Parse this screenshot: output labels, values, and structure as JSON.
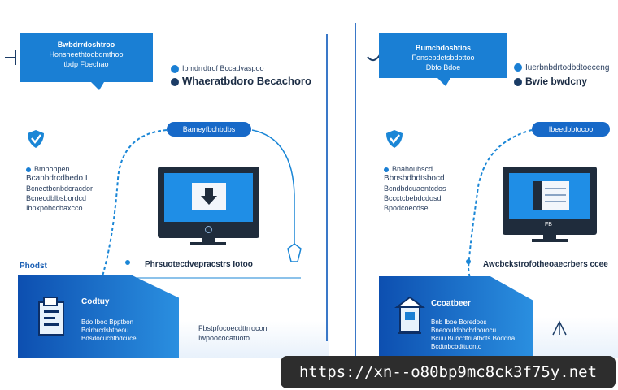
{
  "left": {
    "callout": [
      "Bwbdrrdoshtroo",
      "Honsheethtoobdmthoo",
      "tbdp Fbechao"
    ],
    "legend": [
      {
        "text": "Ibmdrrdtrof Bccadvaspoo"
      },
      {
        "text": "Whaeratbdoro Becachoro"
      }
    ],
    "pill": "Bameyfbchbdbs",
    "desc": [
      "Bmhohpen",
      "Bcanbdrcdbedo I",
      "Bcnectbcnbdcracdor",
      "Bcnecdblbsbordcd",
      "Ibpxpobccbaxcco"
    ],
    "caption": "Phrsuotecdvepracstrs Iotoo",
    "side_label": "Phodst",
    "promo_title": "Codtuy",
    "promo_lines": [
      "Bdo Iboo Bpptbon",
      "Boirbrcdsbtbeou",
      "Bdsdocucbtbdcuce"
    ],
    "promo_side": [
      "Fbstpfocoecdttrrocon",
      "Iwpoococatuoto"
    ]
  },
  "right": {
    "callout": [
      "Bumcbdoshtios",
      "Fonsebdetsbdottoo",
      "Dbfo Bdoe"
    ],
    "legend": [
      {
        "text": "Iuerbnbdrtodbdtoeceng"
      },
      {
        "text": "Bwie bwdcny"
      }
    ],
    "pill": "Ibeedbbtocoo",
    "desc": [
      "Bnahoubscd",
      "Bbnsbdbdtsbocd",
      "Bcndbdcuaentcdos",
      "Bccctcbebdcdosd",
      "Bpodcoecdse"
    ],
    "caption": "Awcbckstrofotheoaecrbers ccee",
    "promo_title": "Ccoatbeer",
    "promo_lines": [
      "Bnb Iboe Boredoos",
      "Bneoouldbbcbdborocu",
      "Bcuu Buncdtri atbcts Boddna",
      "Bcdtnbcbdttudnto"
    ],
    "monitor_label": "FB"
  },
  "url": "https://xn--o80bp9mc8ck3f75y.net",
  "colors": {
    "accent": "#1a7fd4",
    "dark": "#1f2c3c",
    "banner": "#2d2d2d"
  },
  "icons": [
    "shield-check-icon",
    "download-arrow-icon",
    "document-icon",
    "house-icon"
  ]
}
